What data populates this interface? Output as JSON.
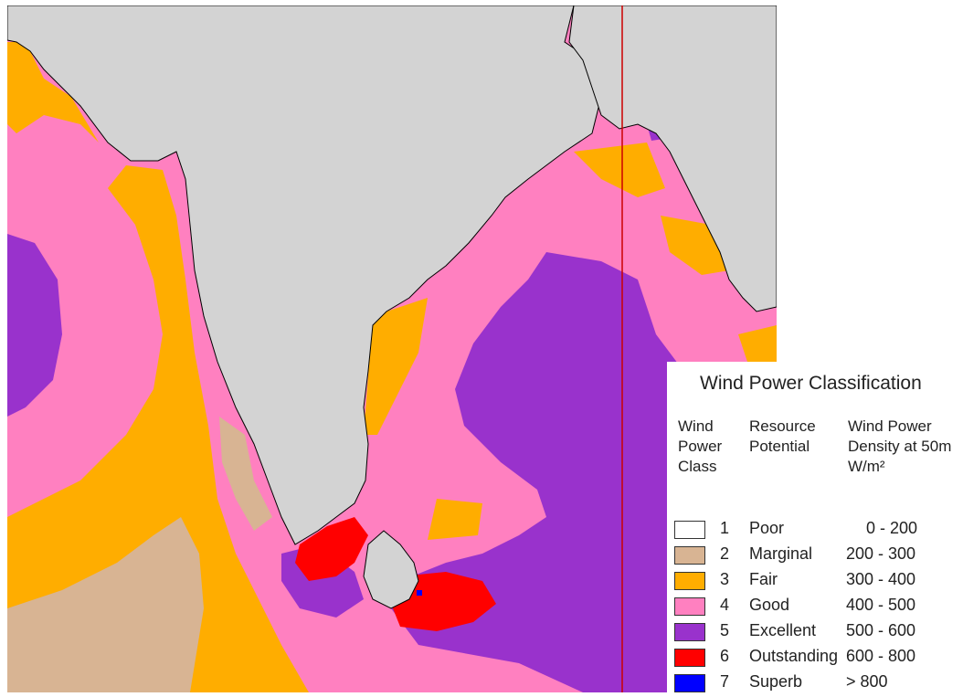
{
  "legend": {
    "title": "Wind Power Classification",
    "headers": {
      "class": "Wind\nPower\nClass",
      "potential": "Resource\nPotential",
      "density": "Wind Power\nDensity at 50m\nW/m²"
    },
    "rows": [
      {
        "class": "1",
        "potential": "Poor",
        "density": "0 - 200",
        "color": "#ffffff"
      },
      {
        "class": "2",
        "potential": "Marginal",
        "density": "200 - 300",
        "color": "#d8b493"
      },
      {
        "class": "3",
        "potential": "Fair",
        "density": "300 - 400",
        "color": "#ffad00"
      },
      {
        "class": "4",
        "potential": "Good",
        "density": "400 - 500",
        "color": "#ff80c0"
      },
      {
        "class": "5",
        "potential": "Excellent",
        "density": "500 - 600",
        "color": "#9932cc"
      },
      {
        "class": "6",
        "potential": "Outstanding",
        "density": "600 - 800",
        "color": "#ff0000"
      },
      {
        "class": "7",
        "potential": "Superb",
        "density": "> 800",
        "color": "#0000ff"
      }
    ]
  },
  "map_colors": {
    "land": "#d3d3d3",
    "coastline": "#000000",
    "meridian_line": "#cc0000"
  }
}
